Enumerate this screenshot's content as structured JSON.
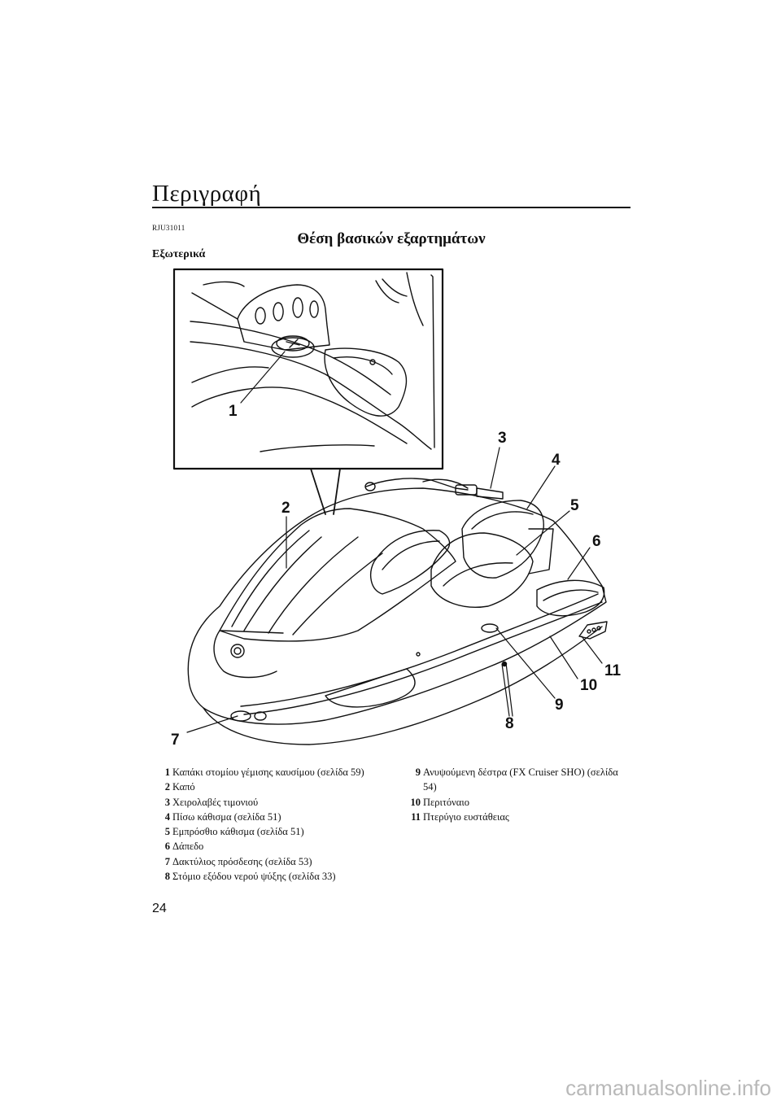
{
  "header": {
    "section_title": "Περιγραφή",
    "ref_code": "RJU31011",
    "page_heading": "Θέση βασικών εξαρτημάτων",
    "subheading": "Εξωτερικά"
  },
  "figure": {
    "callouts": [
      "1",
      "2",
      "3",
      "4",
      "5",
      "6",
      "7",
      "8",
      "9",
      "10",
      "11"
    ]
  },
  "legend": {
    "left": [
      {
        "num": "1",
        "text": "Καπάκι στομίου γέμισης καυσίμου (σελίδα 59)"
      },
      {
        "num": "2",
        "text": "Καπό"
      },
      {
        "num": "3",
        "text": "Χειρολαβές τιμονιού"
      },
      {
        "num": "4",
        "text": "Πίσω κάθισμα (σελίδα 51)"
      },
      {
        "num": "5",
        "text": "Εμπρόσθιο κάθισμα (σελίδα 51)"
      },
      {
        "num": "6",
        "text": "Δάπεδο"
      },
      {
        "num": "7",
        "text": "Δακτύλιος πρόσδεσης (σελίδα 53)"
      },
      {
        "num": "8",
        "text": "Στόμιο εξόδου νερού ψύξης (σελίδα 33)"
      }
    ],
    "right": [
      {
        "num": "9",
        "text": "Ανυψούμενη δέστρα (FX Cruiser SHO) (σελίδα 54)"
      },
      {
        "num": "10",
        "text": "Περιτόναιο"
      },
      {
        "num": "11",
        "text": "Πτερύγιο ευστάθειας"
      }
    ]
  },
  "footer": {
    "page_number": "24",
    "watermark": "carmanualsonline.info"
  }
}
